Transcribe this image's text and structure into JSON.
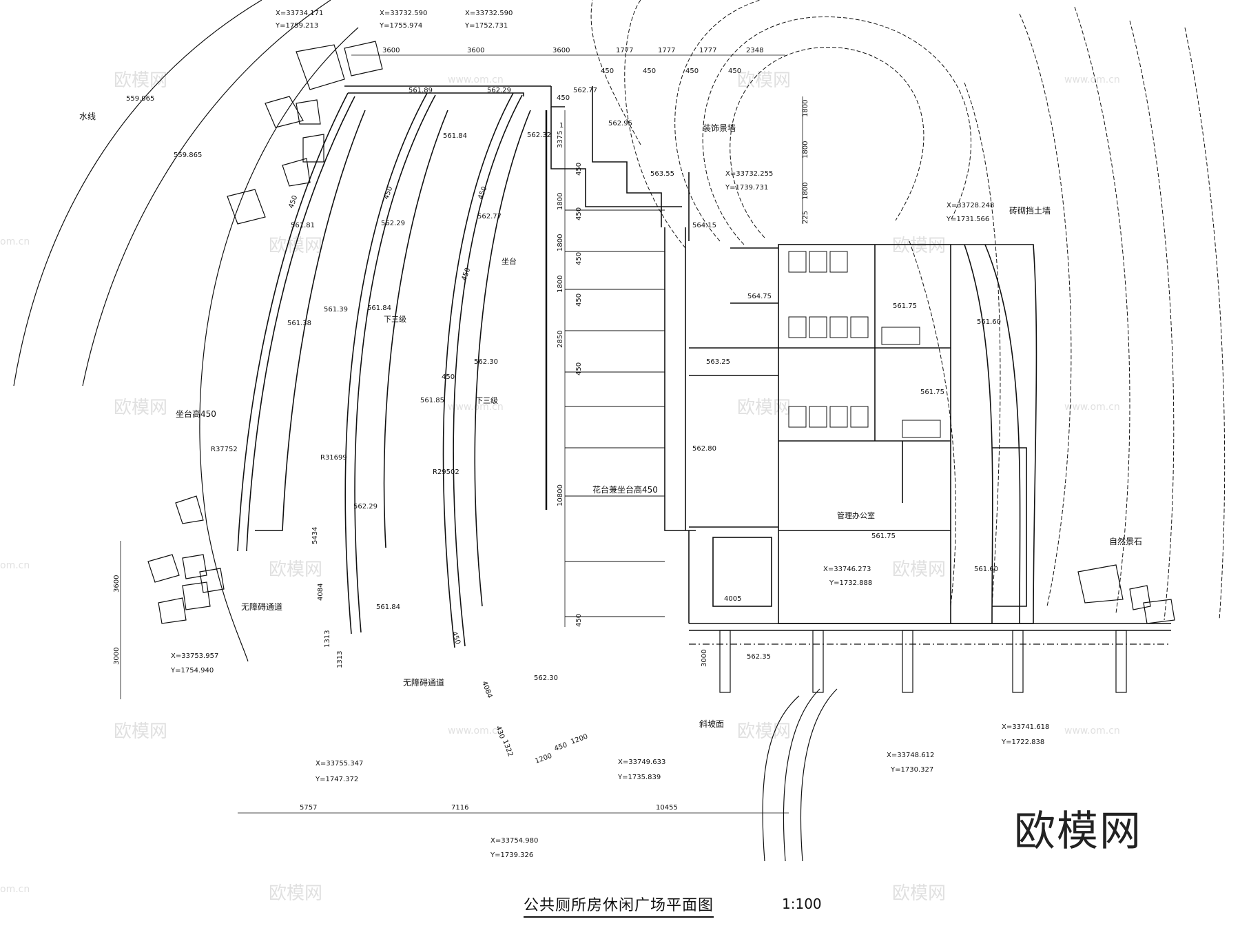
{
  "title": "公共厕所房休闲广场平面图",
  "scale": "1:100",
  "brand_watermark": "欧模网",
  "watermarks": {
    "main": "欧模网",
    "url": "www.om.cn",
    "edge": "om.cn"
  },
  "labels": {
    "water_line": "水线",
    "seat_height_450": "坐台高450",
    "barrier_free_1": "无障碍通道",
    "barrier_free_2": "无障碍通道",
    "decor_wall": "装饰景墙",
    "brick_retaining_wall": "砖砌挡土墙",
    "planter_seat": "花台兼坐台高450",
    "seat": "坐台",
    "down_three_1": "下三级",
    "down_three_2": "下三级",
    "office": "管理办公室",
    "natural_stone": "自然景石",
    "ramp": "斜坡面"
  },
  "radii": {
    "r1": "R37752",
    "r2": "R31699",
    "r3": "R29502"
  },
  "elevations": {
    "e559065": "559.065",
    "e559865": "559.865",
    "e56189": "561.89",
    "e56229_top": "562.29",
    "e56277_top": "562.77",
    "e56295": "562.95",
    "e56184_a": "561.84",
    "e56232": "562.32",
    "e56355": "563.55",
    "e56229_mid": "562.29",
    "e56277_mid": "562.77",
    "e56181": "561.81",
    "e56415": "564.15",
    "e56475": "564.75",
    "e56139": "561.39",
    "e56184_b": "561.84",
    "e56138": "561.38",
    "e56175_a": "561.75",
    "e56160_a": "561.60",
    "e56325": "563.25",
    "e56230_mid": "562.30",
    "e56185": "561.85",
    "e56175_b": "561.75",
    "e56280": "562.80",
    "e56229_low": "562.29",
    "e56175_c": "561.75",
    "e56160_b": "561.60",
    "e56184_c": "561.84",
    "e56235": "562.35",
    "e56230_low": "562.30"
  },
  "coordinates": [
    {
      "x": "X=33734.171",
      "y": "Y=1759.213"
    },
    {
      "x": "X=33732.590",
      "y": "Y=1755.974"
    },
    {
      "x": "X=33732.590",
      "y": "Y=1752.731"
    },
    {
      "x": "X=33732.255",
      "y": "Y=1739.731"
    },
    {
      "x": "X=33728.248",
      "y": "Y=1731.566"
    },
    {
      "x": "X=33746.273",
      "y": "Y=1732.888"
    },
    {
      "x": "X=33753.957",
      "y": "Y=1754.940"
    },
    {
      "x": "X=33755.347",
      "y": "Y=1747.372"
    },
    {
      "x": "X=33749.633",
      "y": "Y=1735.839"
    },
    {
      "x": "X=33748.612",
      "y": "Y=1730.327"
    },
    {
      "x": "X=33741.618",
      "y": "Y=1722.838"
    },
    {
      "x": "X=33754.980",
      "y": "Y=1739.326"
    }
  ],
  "dimensions": {
    "top": [
      "3600",
      "3600",
      "3600",
      "1777",
      "1777",
      "1777",
      "2348"
    ],
    "top_small": [
      "450",
      "450",
      "450",
      "450",
      "450"
    ],
    "right_vertical": [
      "1800",
      "1800",
      "1800",
      "225"
    ],
    "stair_vertical": [
      "1",
      "3375",
      "450",
      "1800",
      "450",
      "1800",
      "450",
      "1800",
      "450",
      "2850",
      "450",
      "10800",
      "450"
    ],
    "left_vertical": [
      "3600",
      "3000"
    ],
    "bottom": [
      "5757",
      "7116",
      "10455"
    ],
    "misc": [
      "450",
      "450",
      "450",
      "450",
      "450",
      "4084",
      "5434",
      "1313",
      "1313",
      "4084",
      "1322",
      "1200",
      "450",
      "1200",
      "450",
      "430",
      "3000",
      "4005"
    ]
  }
}
